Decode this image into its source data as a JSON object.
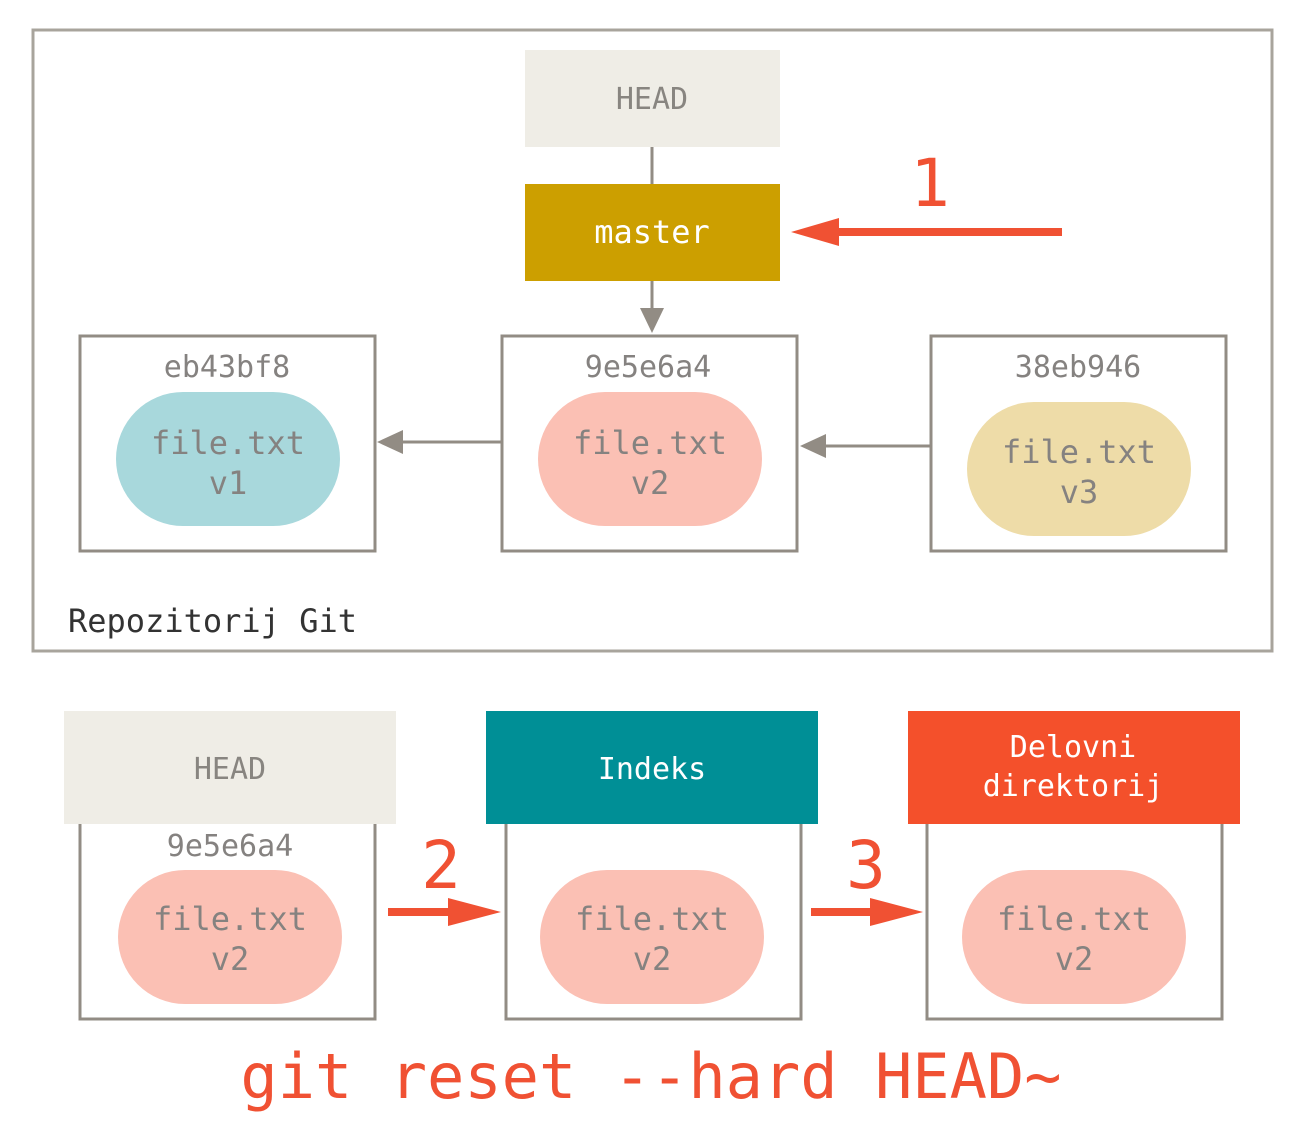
{
  "repository": {
    "label": "Repozitorij Git",
    "head_label": "HEAD",
    "branch_label": "master",
    "step1_label": "1",
    "commits": [
      {
        "hash": "eb43bf8",
        "file": "file.txt",
        "version": "v1",
        "color": "#a8d8dc"
      },
      {
        "hash": "9e5e6a4",
        "file": "file.txt",
        "version": "v2",
        "color": "#fbc0b4"
      },
      {
        "hash": "38eb946",
        "file": "file.txt",
        "version": "v3",
        "color": "#eedca8"
      }
    ]
  },
  "areas": [
    {
      "title_line1": "HEAD",
      "title_line2": "",
      "hash": "9e5e6a4",
      "file": "file.txt",
      "version": "v2",
      "color": "#efede6",
      "text_color": "#888580"
    },
    {
      "title_line1": "Indeks",
      "title_line2": "",
      "hash": "",
      "file": "file.txt",
      "version": "v2",
      "color": "#008f96",
      "text_color": "#ffffff"
    },
    {
      "title_line1": "Delovni",
      "title_line2": "direktorij",
      "hash": "",
      "file": "file.txt",
      "version": "v2",
      "color": "#f4502b",
      "text_color": "#ffffff"
    }
  ],
  "steps": {
    "step2_label": "2",
    "step3_label": "3"
  },
  "command": "git reset --hard HEAD~",
  "colors": {
    "border": "#928c84",
    "accent": "#f05133",
    "branch": "#cc9f00",
    "head_bg": "#efede6",
    "text_gray": "#858280"
  }
}
